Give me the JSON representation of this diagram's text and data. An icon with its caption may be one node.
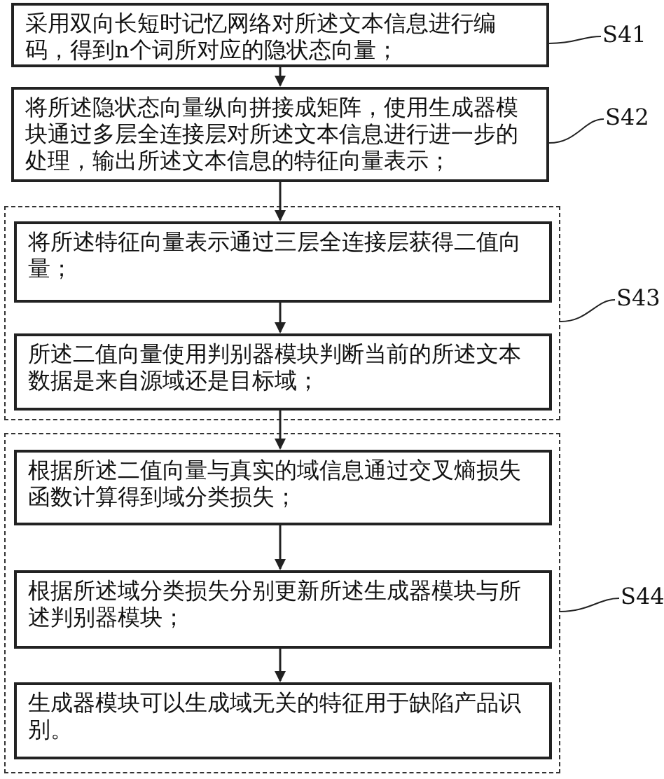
{
  "diagram": {
    "nodes": [
      {
        "text": [
          "采用双向长短时记忆网络对所述文本信息进行编码，得到n个词所对应的隐状态向量；"
        ]
      },
      {
        "text": [
          "S41"
        ]
      },
      {
        "text": [
          "将所述隐状态向量纵向拼接成矩阵，使用生成器模块通过多层全连接层对所述文本信息进行进一步的处理，输出所述文本信息的特征向量表示；"
        ]
      },
      {
        "text": [
          "S42"
        ]
      },
      {
        "text": [],
        "shape": "box"
      },
      {
        "text": [
          "将所述特征向量表示通过三层全连接层获得二值向量；"
        ],
        "in": 4
      },
      {
        "text": [
          "所述二值向量使用判别器模块判断当前的所述文本数据是来自源域还是目标域；"
        ],
        "in": 4
      },
      {
        "text": [
          "S43"
        ]
      },
      {
        "text": [],
        "shape": "box"
      },
      {
        "text": [
          "根据所述二值向量与真实的域信息通过交叉熵损失函数计算得到域分类损失；"
        ],
        "in": 8
      },
      {
        "text": [
          "根据所述域分类损失分别更新所述生成器模块与所述判别器模块；"
        ],
        "in": 8
      },
      {
        "text": [
          "生成器模块可以生成域无关的特征用于缺陷产品识别。"
        ],
        "in": 8
      },
      {
        "text": [
          "S44"
        ]
      }
    ],
    "edges": [
      {
        "from": 0,
        "to": 2,
        "arrow": "to"
      },
      {
        "from": 2,
        "to": 5,
        "arrow": "to"
      },
      {
        "from": 5,
        "to": 6,
        "arrow": "to"
      },
      {
        "from": 6,
        "to": 9,
        "arrow": "to"
      },
      {
        "from": 9,
        "to": 10,
        "arrow": "to"
      },
      {
        "from": 10,
        "to": 11,
        "arrow": "to"
      },
      {
        "from": 1,
        "to": 0,
        "arrow": "none"
      },
      {
        "from": 3,
        "to": 2,
        "arrow": "none"
      },
      {
        "from": 7,
        "to": 4,
        "arrow": "none"
      },
      {
        "from": 12,
        "to": 8,
        "arrow": "none"
      }
    ]
  }
}
